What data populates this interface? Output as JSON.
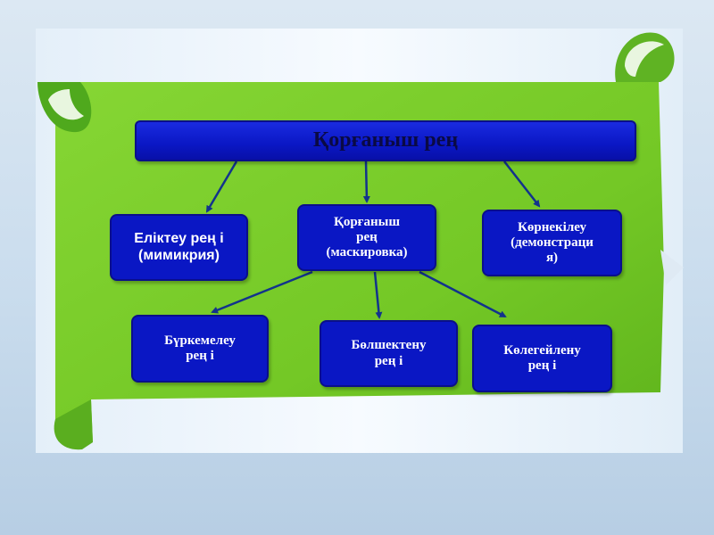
{
  "colors": {
    "scroll_green": "#7ccf2c",
    "box_blue": "#0a17c4",
    "arrow_blue": "#12338c",
    "leaf_green": "#4caf28"
  },
  "diagram": {
    "root": "Қорғаныш рең",
    "level1": [
      "Еліктеу рең і (мимикрия)",
      "Қорғаныш рең (маскировка)",
      "Көрнекілеу (демонстрация)"
    ],
    "level2": [
      "Бүркемелеу рең і",
      "Бөлшектену рең і",
      "Көлегейлену рең і"
    ]
  },
  "nodes": {
    "root": {
      "text": "Қорғаныш рең"
    },
    "mimicry": {
      "line1": "Еліктеу рең і",
      "line2": "(мимикрия)"
    },
    "camouflage": {
      "line1": "Қорғаныш",
      "line2": "рең",
      "line3": "(маскировка)"
    },
    "demonstration": {
      "line1": "Көрнекілеу",
      "line2": "(демонстраци",
      "line3": "я)"
    },
    "concealing": {
      "line1": "Бүркемелеу",
      "line2": "рең і"
    },
    "disruptive": {
      "line1": "Бөлшектену",
      "line2": "рең і"
    },
    "shading": {
      "line1": "Көлегейлену",
      "line2": "рең і"
    }
  }
}
